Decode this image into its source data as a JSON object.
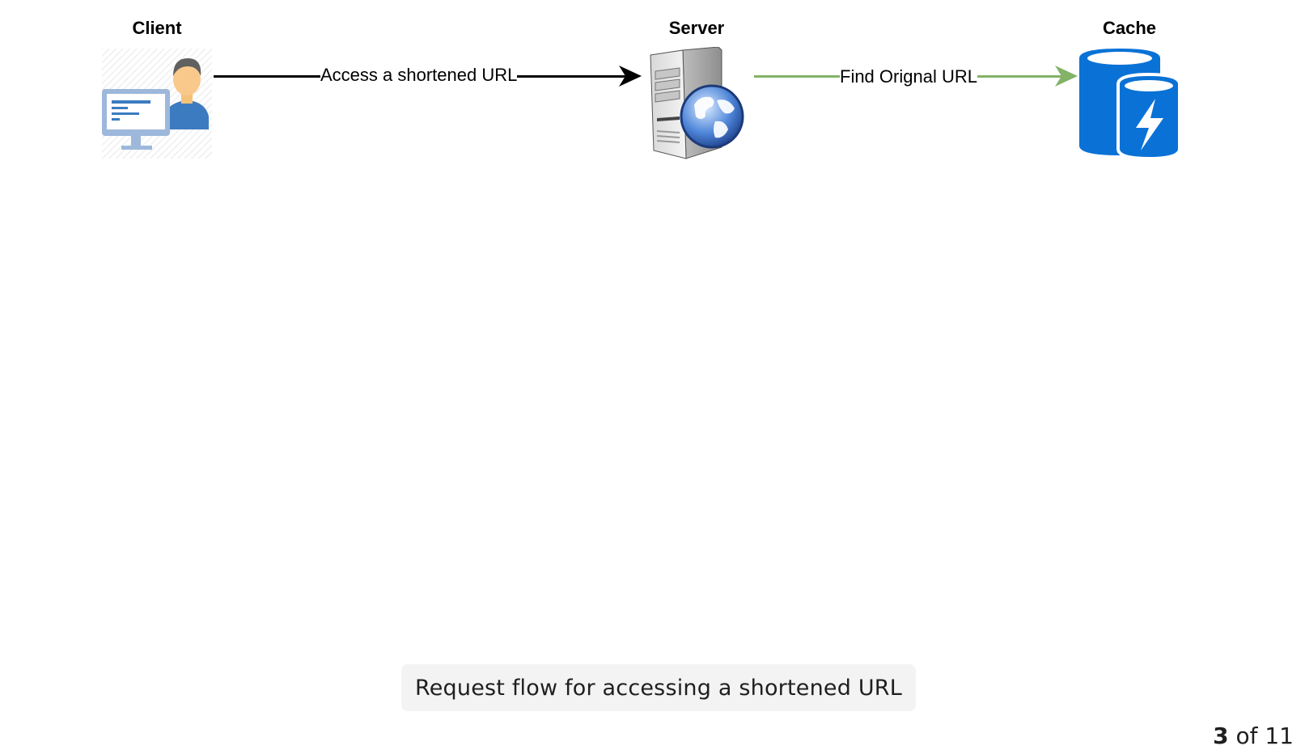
{
  "nodes": {
    "client": {
      "label": "Client"
    },
    "server": {
      "label": "Server"
    },
    "cache": {
      "label": "Cache"
    }
  },
  "edges": {
    "client_to_server": {
      "label": "Access a shortened URL",
      "color": "#000000"
    },
    "server_to_cache": {
      "label": "Find Orignal URL",
      "color": "#82b366"
    }
  },
  "icons": {
    "client": "user-at-computer-icon",
    "server": "web-server-globe-icon",
    "cache": "cache-database-lightning-icon"
  },
  "colors": {
    "cache_blue": "#0a72d6",
    "client_blue": "#3c7bc0"
  },
  "caption": "Request flow for accessing a shortened URL",
  "pager": {
    "current": "3",
    "separator": "of",
    "total": "11"
  }
}
